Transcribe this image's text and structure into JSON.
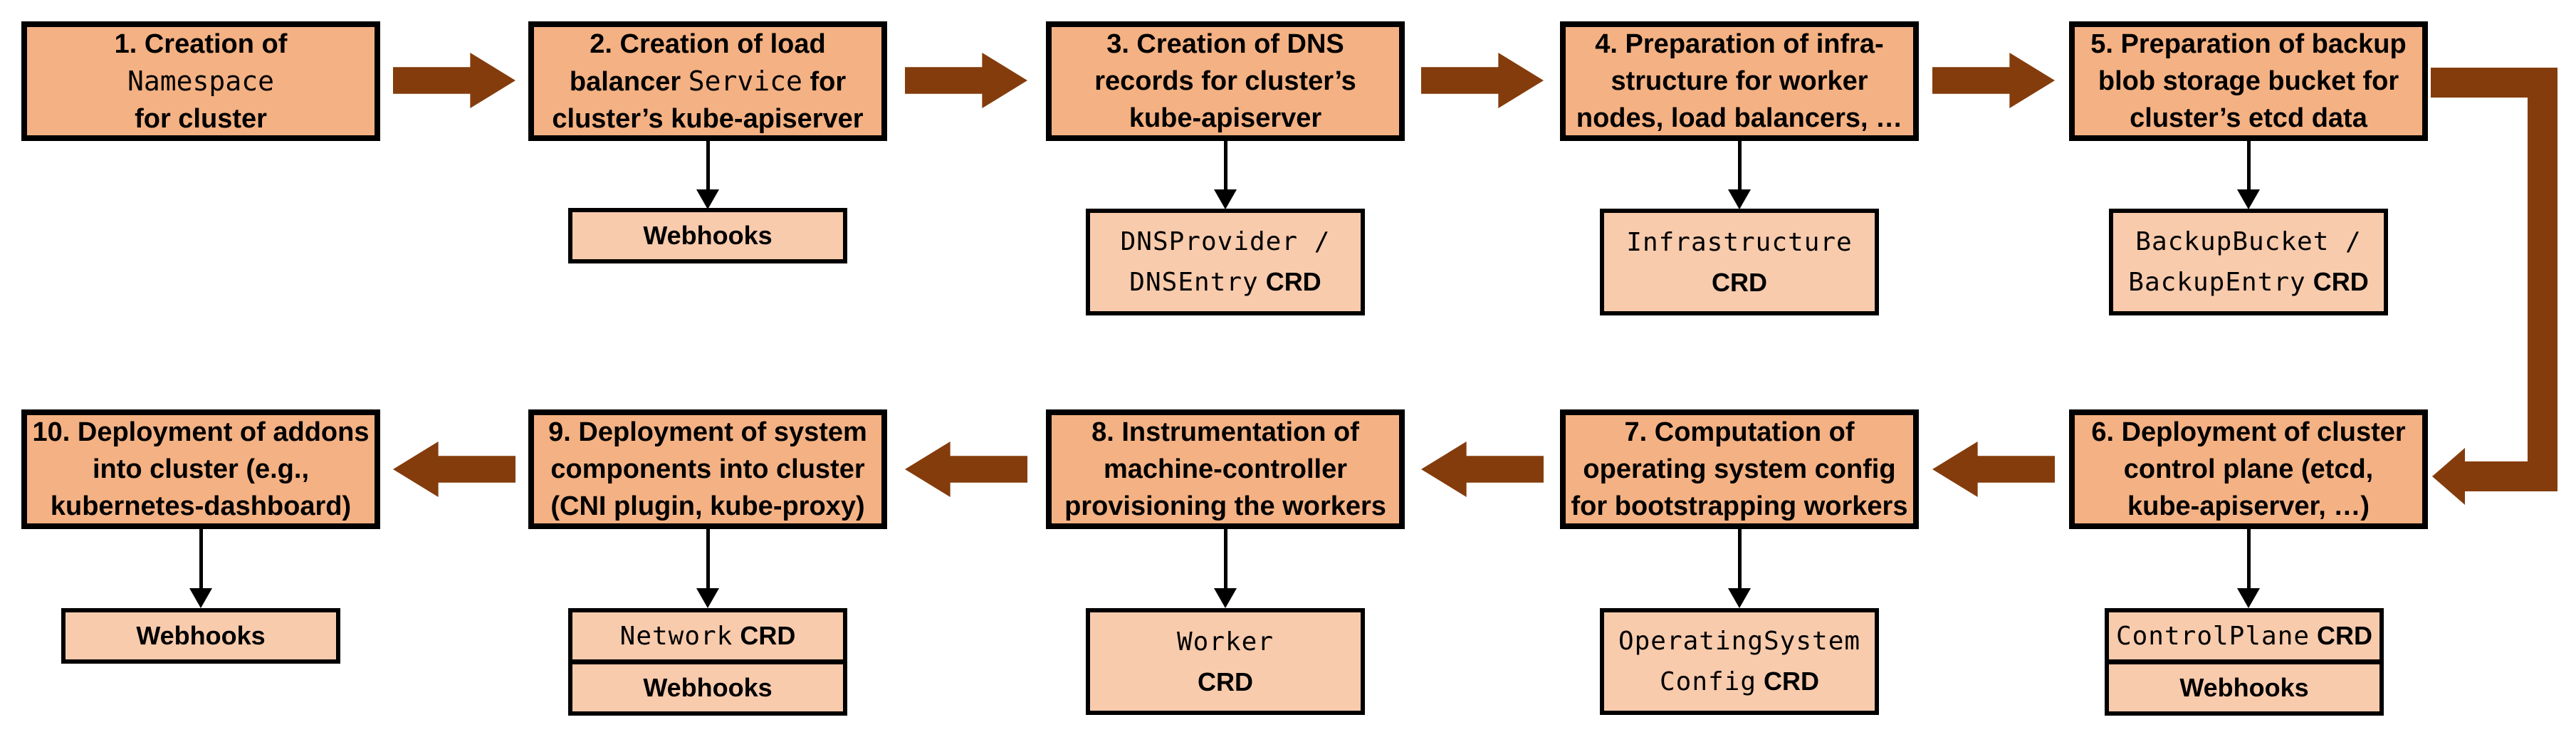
{
  "colors": {
    "main_box_fill": "#F4B183",
    "sub_box_fill": "#F8CBAD",
    "arrow_brown": "#843C0C",
    "border": "#000000"
  },
  "steps": [
    {
      "lines": [
        [
          "1. Creation of"
        ],
        [
          "Namespace"
        ],
        [
          "for cluster"
        ]
      ],
      "sub": null
    },
    {
      "lines": [
        [
          "2. Creation of load"
        ],
        [
          "balancer ",
          "Service",
          " for"
        ],
        [
          "cluster’s kube-apiserver"
        ]
      ],
      "sub": {
        "rows": [
          [
            "Webhooks"
          ]
        ]
      }
    },
    {
      "lines": [
        [
          "3. Creation of DNS"
        ],
        [
          "records for cluster’s"
        ],
        [
          "kube-apiserver"
        ]
      ],
      "sub": {
        "rows": [
          [
            "DNSProvider /"
          ],
          [
            "DNSEntry",
            " CRD"
          ]
        ]
      }
    },
    {
      "lines": [
        [
          "4. Preparation of infra-"
        ],
        [
          "structure for worker"
        ],
        [
          "nodes, load balancers, …"
        ]
      ],
      "sub": {
        "rows": [
          [
            "Infrastructure"
          ],
          [
            "CRD"
          ]
        ]
      }
    },
    {
      "lines": [
        [
          "5. Preparation of backup"
        ],
        [
          "blob storage bucket for"
        ],
        [
          "cluster’s etcd data"
        ]
      ],
      "sub": {
        "rows": [
          [
            "BackupBucket /"
          ],
          [
            "BackupEntry",
            " CRD"
          ]
        ]
      }
    },
    {
      "lines": [
        [
          "6. Deployment of cluster"
        ],
        [
          "control plane (etcd,"
        ],
        [
          "kube-apiserver, …)"
        ]
      ],
      "sub": {
        "rows": [
          [
            "ControlPlane",
            " CRD"
          ],
          [
            "Webhooks"
          ]
        ]
      }
    },
    {
      "lines": [
        [
          "7. Computation of"
        ],
        [
          "operating system config"
        ],
        [
          "for bootstrapping workers"
        ]
      ],
      "sub": {
        "rows": [
          [
            "OperatingSystem"
          ],
          [
            "Config",
            " CRD"
          ]
        ]
      }
    },
    {
      "lines": [
        [
          "8. Instrumentation of"
        ],
        [
          "machine-controller"
        ],
        [
          "provisioning the workers"
        ]
      ],
      "sub": {
        "rows": [
          [
            "Worker"
          ],
          [
            "CRD"
          ]
        ]
      }
    },
    {
      "lines": [
        [
          "9. Deployment of system"
        ],
        [
          "components into cluster"
        ],
        [
          "(CNI plugin, kube-proxy)"
        ]
      ],
      "sub": {
        "rows": [
          [
            "Network",
            " CRD"
          ],
          [
            "Webhooks"
          ]
        ]
      }
    },
    {
      "lines": [
        [
          "10. Deployment of addons"
        ],
        [
          "into cluster (e.g.,"
        ],
        [
          "kubernetes-dashboard)"
        ]
      ],
      "sub": {
        "rows": [
          [
            "Webhooks"
          ]
        ]
      }
    }
  ]
}
